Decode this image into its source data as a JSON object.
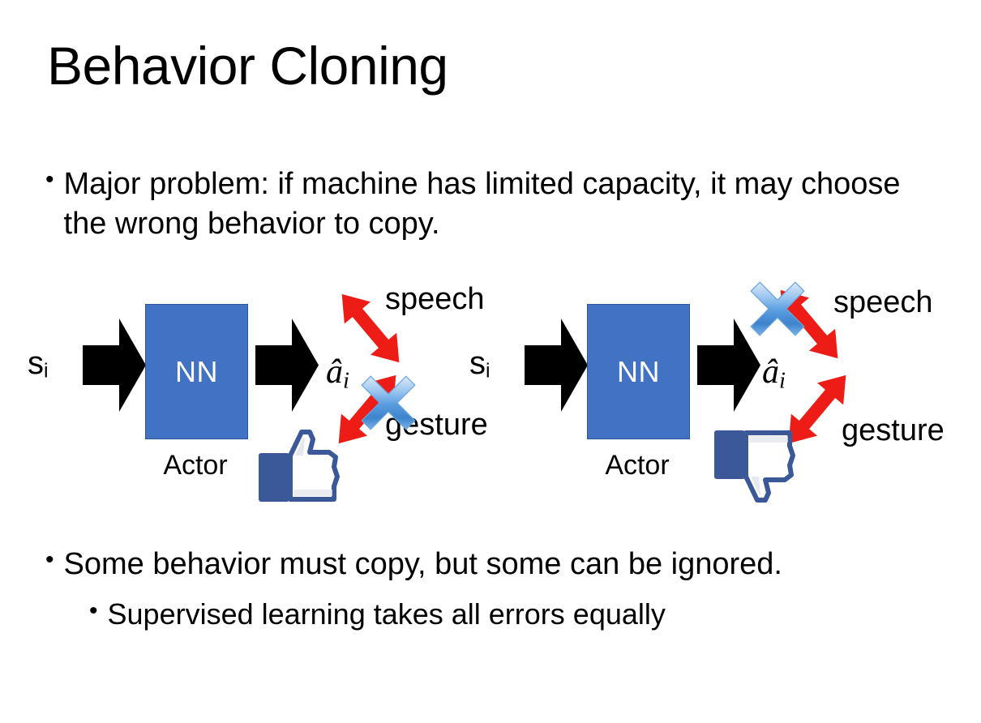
{
  "slide": {
    "title": "Behavior Cloning",
    "background_color": "#ffffff",
    "text_color": "#000000"
  },
  "bullets": [
    {
      "marker": "•",
      "level": 1,
      "text": "Major problem: if machine has limited capacity, it may choose the wrong behavior to copy."
    },
    {
      "marker": "•",
      "level": 1,
      "text": "Some behavior must copy, but some can be ignored."
    },
    {
      "marker": "•",
      "level": 2,
      "text": "Supervised learning takes all errors equally"
    }
  ],
  "diagrams": [
    {
      "id": "left",
      "state_label": "s",
      "state_subscript": "i",
      "nn_label": "NN",
      "nn_color": "#4272C4",
      "actor_label": "Actor",
      "action_label": "â",
      "action_subscript": "i",
      "branches": [
        {
          "name": "speech",
          "direction": "up",
          "crossed_out": false
        },
        {
          "name": "gesture",
          "direction": "down",
          "crossed_out": true
        }
      ],
      "feedback_icon": "thumbs-up-icon",
      "arrow_color": "#ED1C16",
      "cross_color": "#4C90D9"
    },
    {
      "id": "right",
      "state_label": "s",
      "state_subscript": "i",
      "nn_label": "NN",
      "nn_color": "#4272C4",
      "actor_label": "Actor",
      "action_label": "â",
      "action_subscript": "i",
      "branches": [
        {
          "name": "speech",
          "direction": "up",
          "crossed_out": true
        },
        {
          "name": "gesture",
          "direction": "down",
          "crossed_out": false
        }
      ],
      "feedback_icon": "thumbs-down-icon",
      "arrow_color": "#ED1C16",
      "cross_color": "#4C90D9"
    }
  ]
}
